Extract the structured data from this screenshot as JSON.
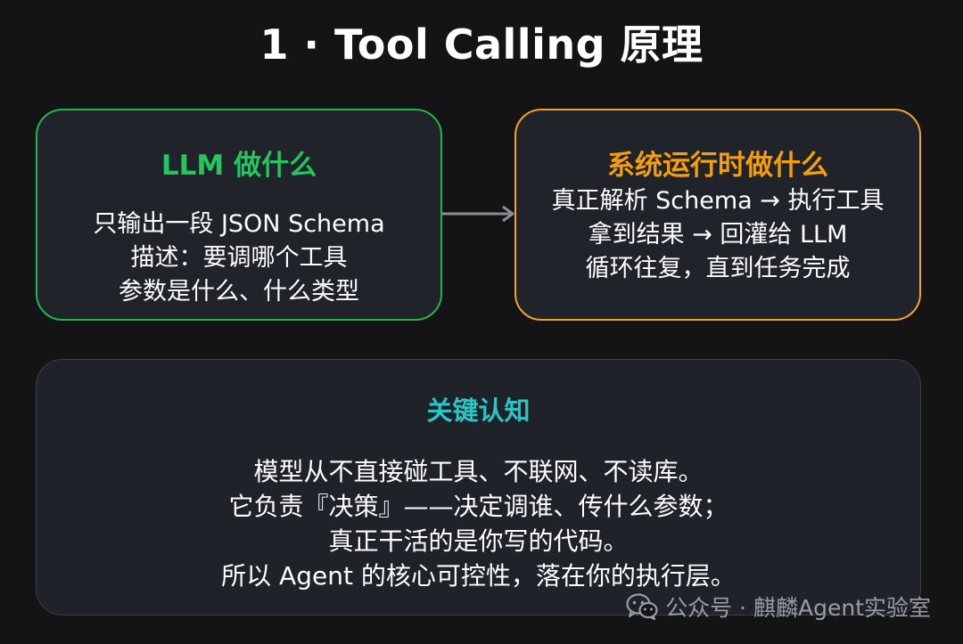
{
  "title": "1 · Tool Calling 原理",
  "llm_box": {
    "heading": "LLM 做什么",
    "lines": [
      "只输出一段 JSON Schema",
      "描述：要调哪个工具",
      "参数是什么、什么类型"
    ]
  },
  "runtime_box": {
    "heading": "系统运行时做什么",
    "lines": [
      "真正解析 Schema → 执行工具",
      "拿到结果 → 回灌给 LLM",
      "循环往复，直到任务完成"
    ]
  },
  "key_box": {
    "heading": "关键认知",
    "lines": [
      "模型从不直接碰工具、不联网、不读库。",
      "它负责『决策』——决定调谁、传什么参数；",
      "真正干活的是你写的代码。",
      "所以 Agent 的核心可控性，落在你的执行层。"
    ]
  },
  "watermark": {
    "icon": "wechat-icon",
    "text": "公众号 · 麒麟Agent实验室"
  },
  "colors": {
    "background": "#141416",
    "llm_accent": "#22c55e",
    "runtime_accent": "#f59e0b",
    "key_accent": "#2cc4c4",
    "arrow": "#8a8d93"
  }
}
